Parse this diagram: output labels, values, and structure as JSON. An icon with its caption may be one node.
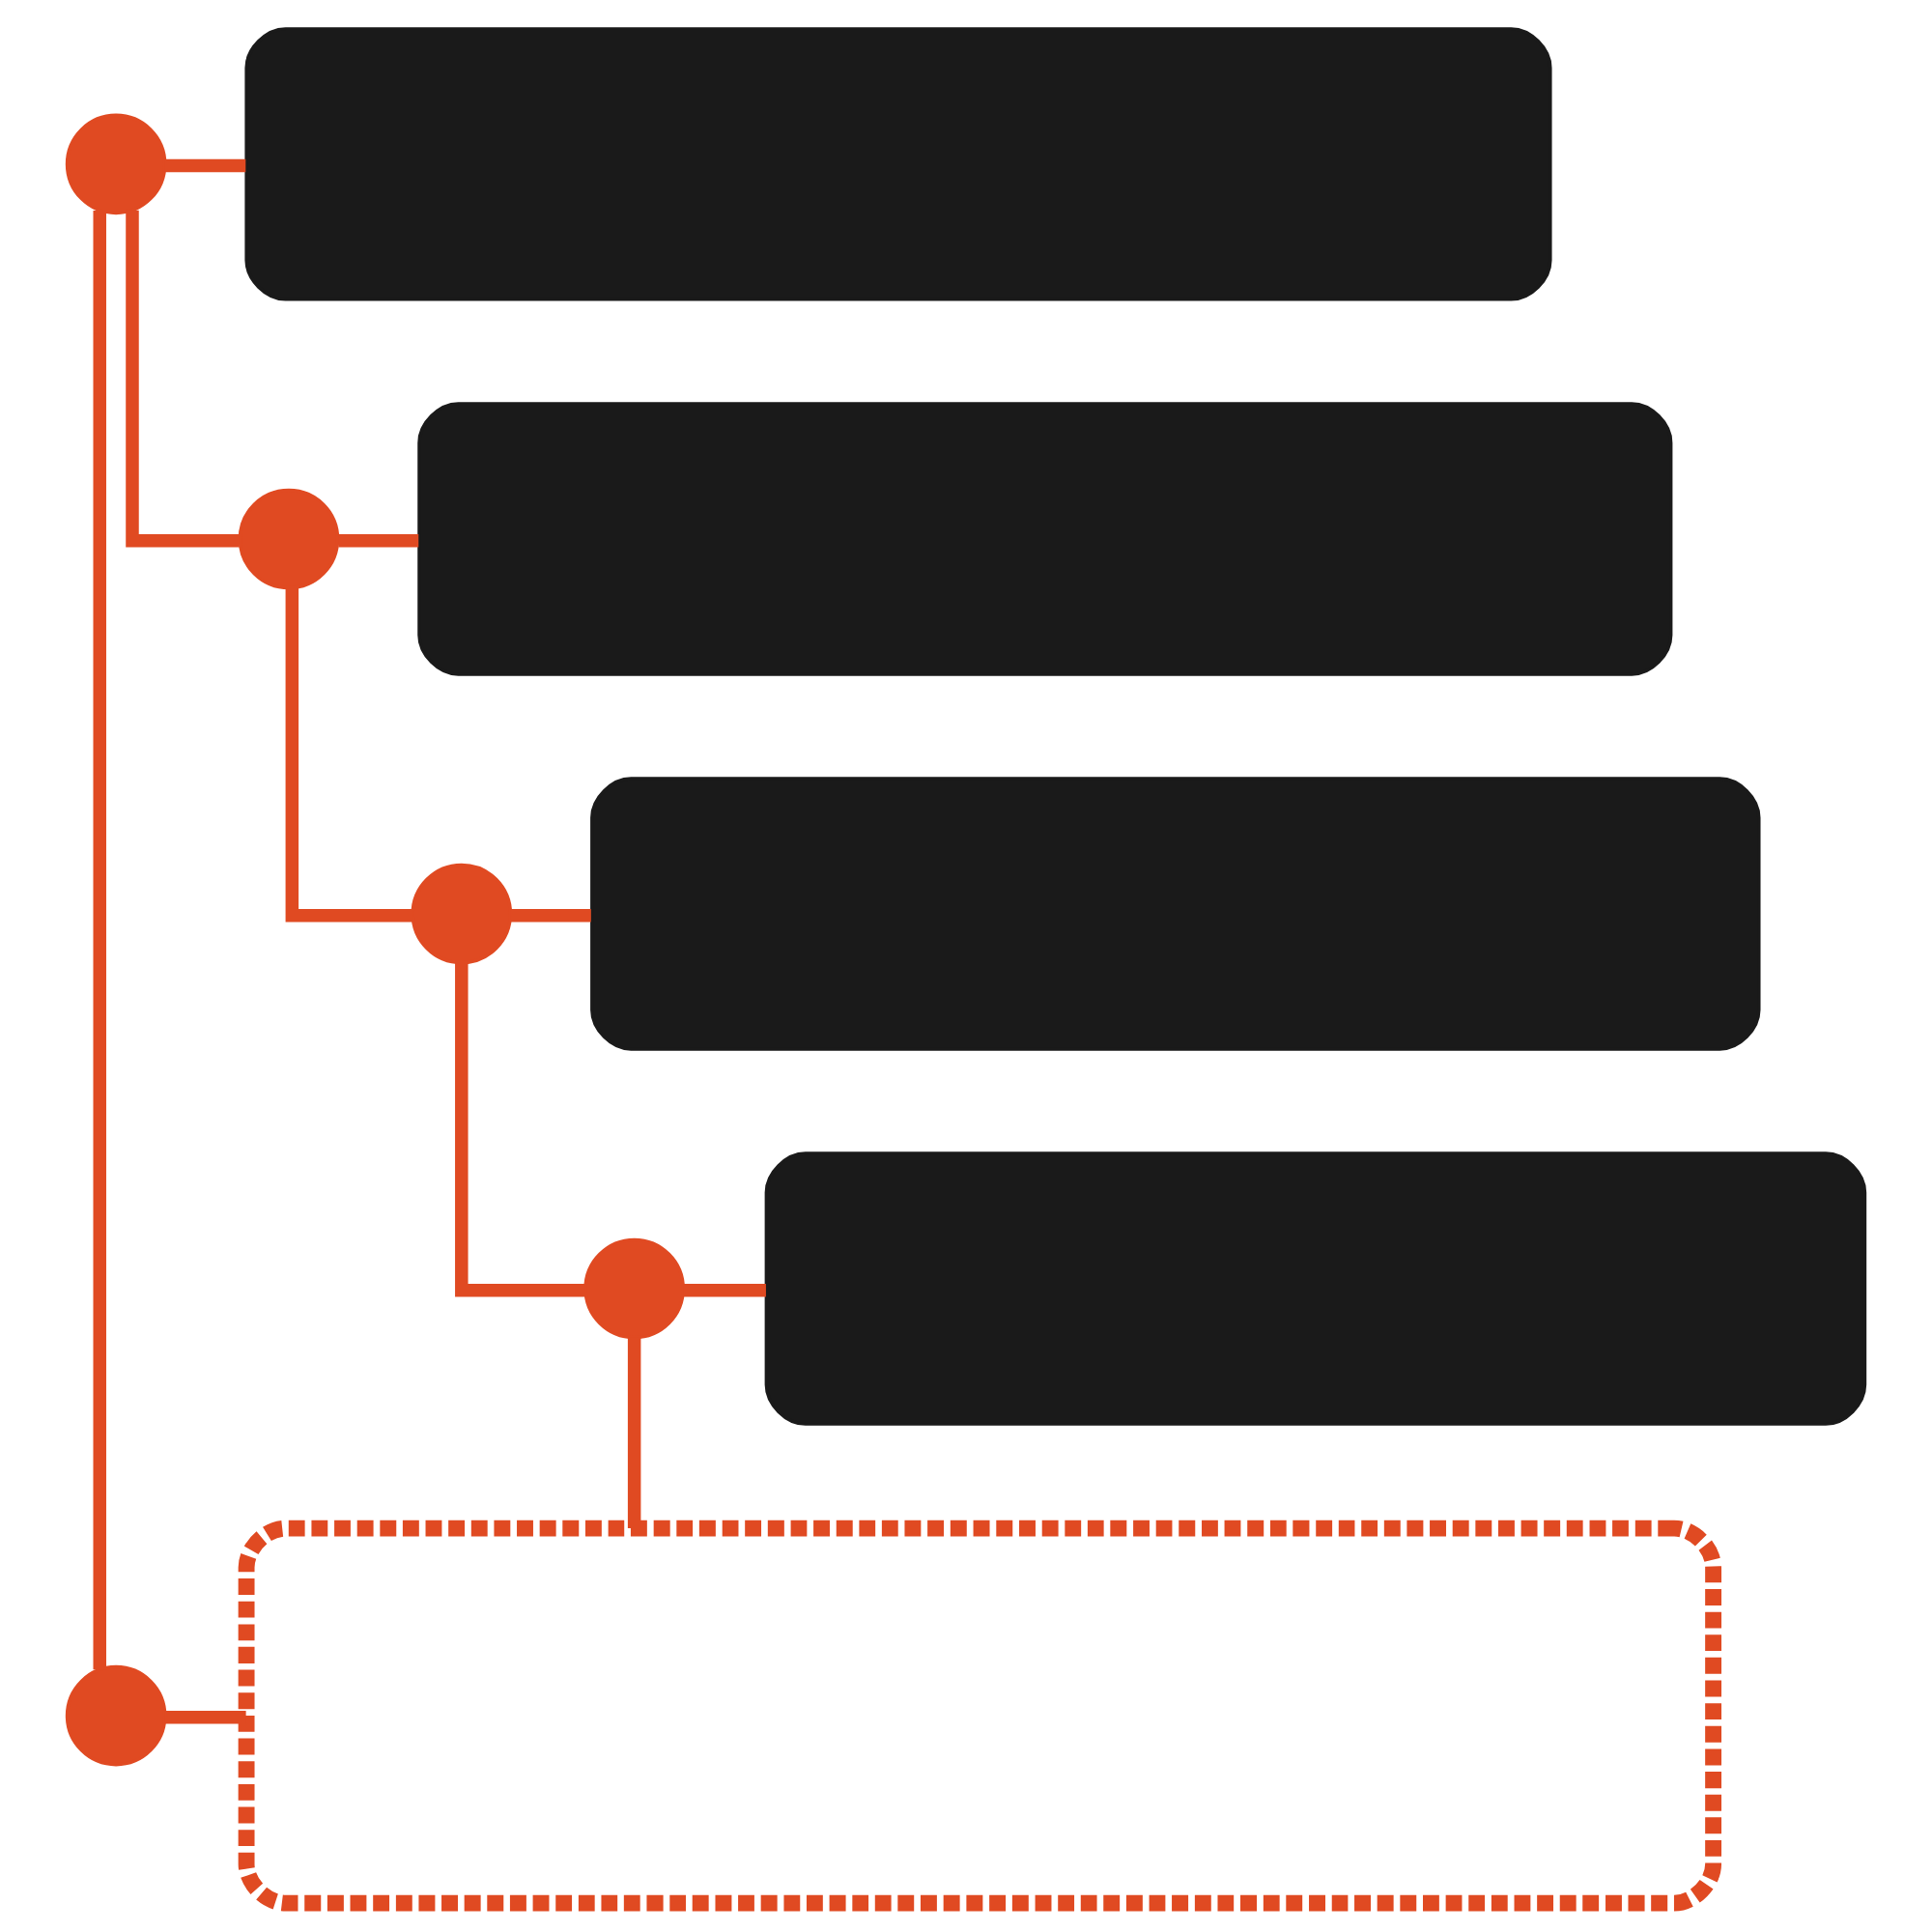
{
  "diagram": {
    "nodes": [
      {
        "text": [],
        "shape": "circle"
      },
      {
        "text": [],
        "shape": "box"
      },
      {
        "text": [],
        "shape": "circle"
      },
      {
        "text": [],
        "shape": "box"
      },
      {
        "text": [],
        "shape": "circle"
      },
      {
        "text": [],
        "shape": "box"
      },
      {
        "text": [],
        "shape": "circle"
      },
      {
        "text": [],
        "shape": "box"
      },
      {
        "text": [],
        "shape": "circle"
      },
      {
        "text": [],
        "shape": "box"
      }
    ],
    "edges": [
      {
        "from": 0,
        "to": 1,
        "arrow": "none"
      },
      {
        "from": 0,
        "to": 2,
        "arrow": "none"
      },
      {
        "from": 0,
        "to": 8,
        "arrow": "none"
      },
      {
        "from": 2,
        "to": 3,
        "arrow": "none"
      },
      {
        "from": 2,
        "to": 4,
        "arrow": "none"
      },
      {
        "from": 4,
        "to": 5,
        "arrow": "none"
      },
      {
        "from": 4,
        "to": 6,
        "arrow": "none"
      },
      {
        "from": 6,
        "to": 7,
        "arrow": "none"
      },
      {
        "from": 6,
        "to": 9,
        "arrow": "none"
      },
      {
        "from": 8,
        "to": 9,
        "arrow": "none"
      }
    ]
  }
}
